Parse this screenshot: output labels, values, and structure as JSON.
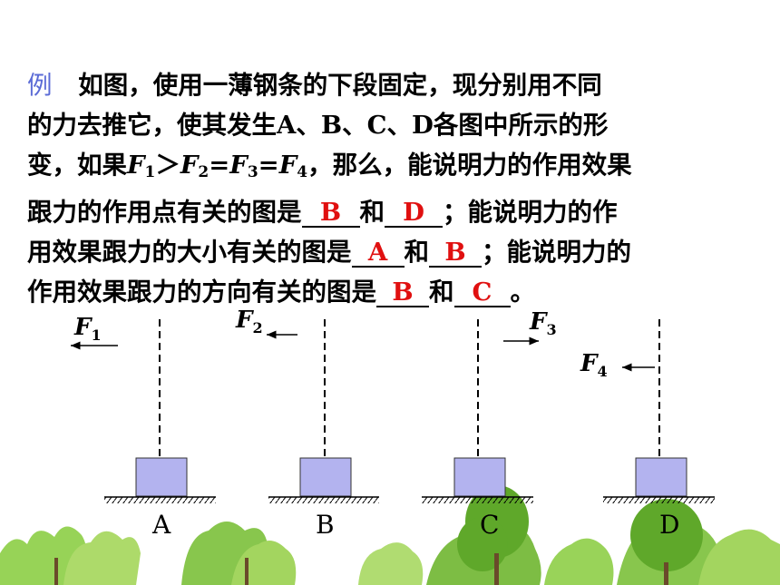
{
  "question": {
    "example_tag": "例",
    "line1": "如图，使用一薄钢条的下段固定，现分别用不同",
    "line2": "的力去推它，使其发生A、B、C、D各图中所示的形",
    "line3_a": "变，如果",
    "line3_b": "，那么，能说明力的作用效果",
    "line4_a": "跟力的作用点有关的图是",
    "line4_b": "和",
    "line4_c": "；能说明力的作",
    "line5_a": "用效果跟力的大小有关的图是",
    "line5_b": "和",
    "line5_c": "；能说明力的",
    "line6_a": "作用效果跟力的方向有关的图是",
    "line6_b": "和",
    "line6_c": "。",
    "answers": {
      "point_1": "B",
      "point_2": "D",
      "size_1": "A",
      "size_2": "B",
      "dir_1": "B",
      "dir_2": "C"
    }
  },
  "formula": {
    "F": "F",
    "s1": "1",
    "s2": "2",
    "s3": "3",
    "s4": "4",
    "gt": "＞",
    "eq": "="
  },
  "figures": [
    {
      "label": "A",
      "force_symbol": "F",
      "force_sub": "1"
    },
    {
      "label": "B",
      "force_symbol": "F",
      "force_sub": "2"
    },
    {
      "label": "C",
      "force_symbol": "F",
      "force_sub": "3"
    },
    {
      "label": "D",
      "force_symbol": "F",
      "force_sub": "4"
    }
  ],
  "colors": {
    "answer": "#e01010",
    "example_tag": "#5b6bd6",
    "block_fill": "#b3b3ef",
    "tree_green": "#7fc63a"
  }
}
